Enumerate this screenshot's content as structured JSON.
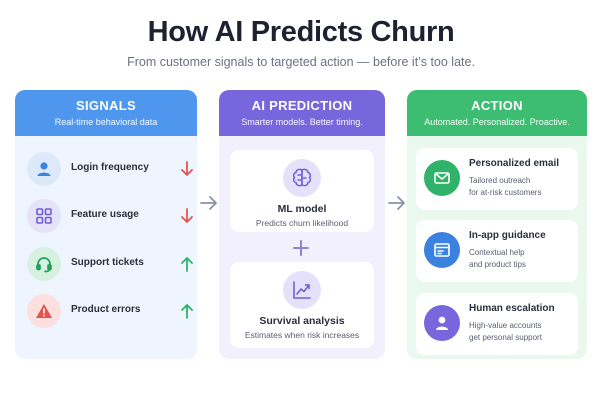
{
  "title": "How AI Predicts Churn",
  "subtitle": "From customer signals to targeted action — before it’s too late.",
  "signals": {
    "heading": "SIGNALS",
    "subheading": "Real-time behavioral data",
    "items": [
      {
        "label": "Login frequency",
        "icon": "user-icon",
        "trend": "down"
      },
      {
        "label": "Feature usage",
        "icon": "grid-icon",
        "trend": "down"
      },
      {
        "label": "Support tickets",
        "icon": "headset-icon",
        "trend": "up"
      },
      {
        "label": "Product errors",
        "icon": "warning-icon",
        "trend": "up"
      }
    ]
  },
  "prediction": {
    "heading": "AI PREDICTION",
    "subheading": "Smarter models. Better timing.",
    "cards": [
      {
        "title": "ML model",
        "desc": "Predicts churn likelihood",
        "icon": "brain-icon"
      },
      {
        "title": "Survival analysis",
        "desc": "Estimates when risk increases",
        "icon": "trend-chart-icon"
      }
    ]
  },
  "action": {
    "heading": "ACTION",
    "subheading": "Automated. Personalized. Proactive.",
    "cards": [
      {
        "title": "Personalized email",
        "line1": "Tailored outreach",
        "line2": "for at-risk customers",
        "icon": "mail-icon"
      },
      {
        "title": "In-app guidance",
        "line1": "Contextual help",
        "line2": "and product tips",
        "icon": "app-window-icon"
      },
      {
        "title": "Human escalation",
        "line1": "High-value accounts",
        "line2": "get personal support",
        "icon": "person-icon"
      }
    ]
  },
  "colors": {
    "signals": "#4f97ee",
    "prediction": "#7866dc",
    "action": "#3dbd72",
    "trend_down": "#e5534b",
    "trend_up": "#2fb26a"
  }
}
